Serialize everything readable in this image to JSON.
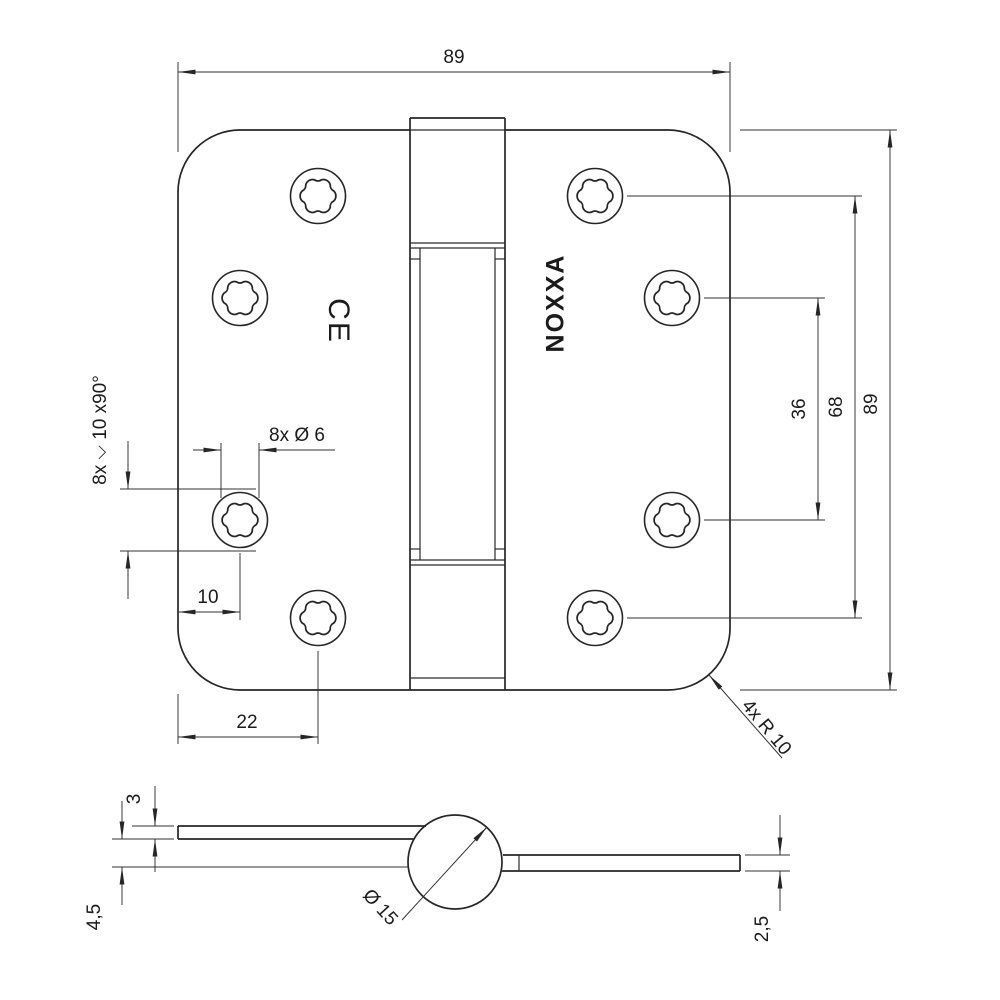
{
  "drawing": {
    "front": {
      "brand": "NOXXA",
      "ce": "CE",
      "dim_width": "89",
      "dim_height": "89",
      "dim_span_outer": "68",
      "dim_span_inner": "36",
      "dim_countersink": "8x ⌵ 10 x90°",
      "dim_hole": "8x Ø 6",
      "dim_edge_offset": "10",
      "dim_edge_offset2": "22",
      "dim_corner_radius": "4x R 10"
    },
    "profile": {
      "dim_left_thickness": "3",
      "dim_left_offset": "4,5",
      "dim_barrel": "Ø 15",
      "dim_right_thickness": "2,5"
    },
    "colors": {
      "line": "#262626",
      "background": "#ffffff"
    }
  }
}
